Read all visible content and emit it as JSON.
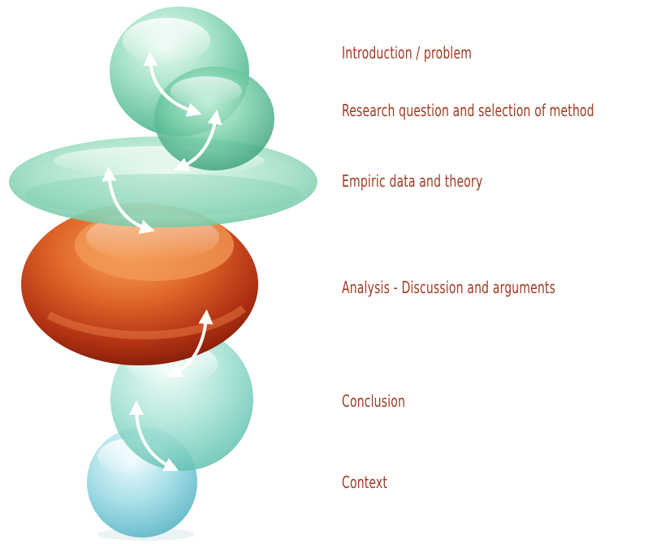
{
  "diagram": {
    "steps": [
      {
        "id": "intro",
        "label": "Introduction / problem"
      },
      {
        "id": "research",
        "label": "Research question and selection of method"
      },
      {
        "id": "empiric",
        "label": "Empiric data and theory"
      },
      {
        "id": "analysis",
        "label": "Analysis - Discussion and arguments"
      },
      {
        "id": "conclusion",
        "label": "Conclusion"
      },
      {
        "id": "context",
        "label": "Context"
      }
    ]
  },
  "colors": {
    "label_text": "#a23a22",
    "green_bubble": "#7fd0b2",
    "green_dark": "#3aa37f",
    "teal_bubble": "#8fd6cf",
    "blue_bubble": "#7ec9d6",
    "orange_bubble": "#d9531e",
    "orange_dark": "#8e1f0c",
    "arrow": "#ffffff"
  }
}
